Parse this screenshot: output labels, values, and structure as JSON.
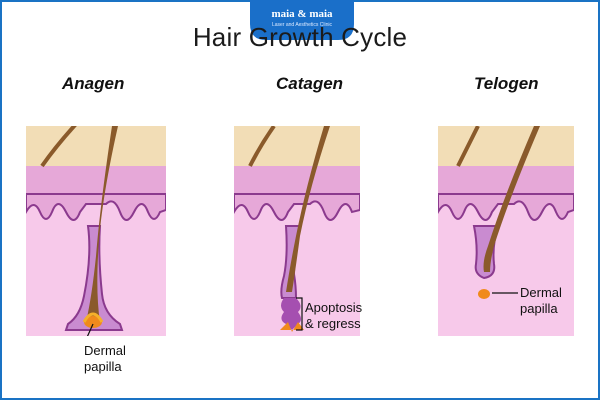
{
  "title": "Hair Growth Cycle",
  "brand": {
    "logo_text": "maia & maia",
    "tagline": "Laser and Aesthetics Clinic",
    "color": "#1a6fc9"
  },
  "stages": [
    {
      "name": "Anagen",
      "annotation_line1": "Dermal",
      "annotation_line2": "papilla"
    },
    {
      "name": "Catagen",
      "annotation_line1": "Apoptosis",
      "annotation_line2": "& regress"
    },
    {
      "name": "Telogen",
      "annotation_line1": "Dermal",
      "annotation_line2": "papilla"
    }
  ],
  "colors": {
    "skin_surface": "#f2ddb6",
    "dermis": "#f7c9ea",
    "papillae_border": "#8b3a8e",
    "hair": "#8a5a2b",
    "papilla": "#f08a1c",
    "frame": "#1a73c4"
  }
}
